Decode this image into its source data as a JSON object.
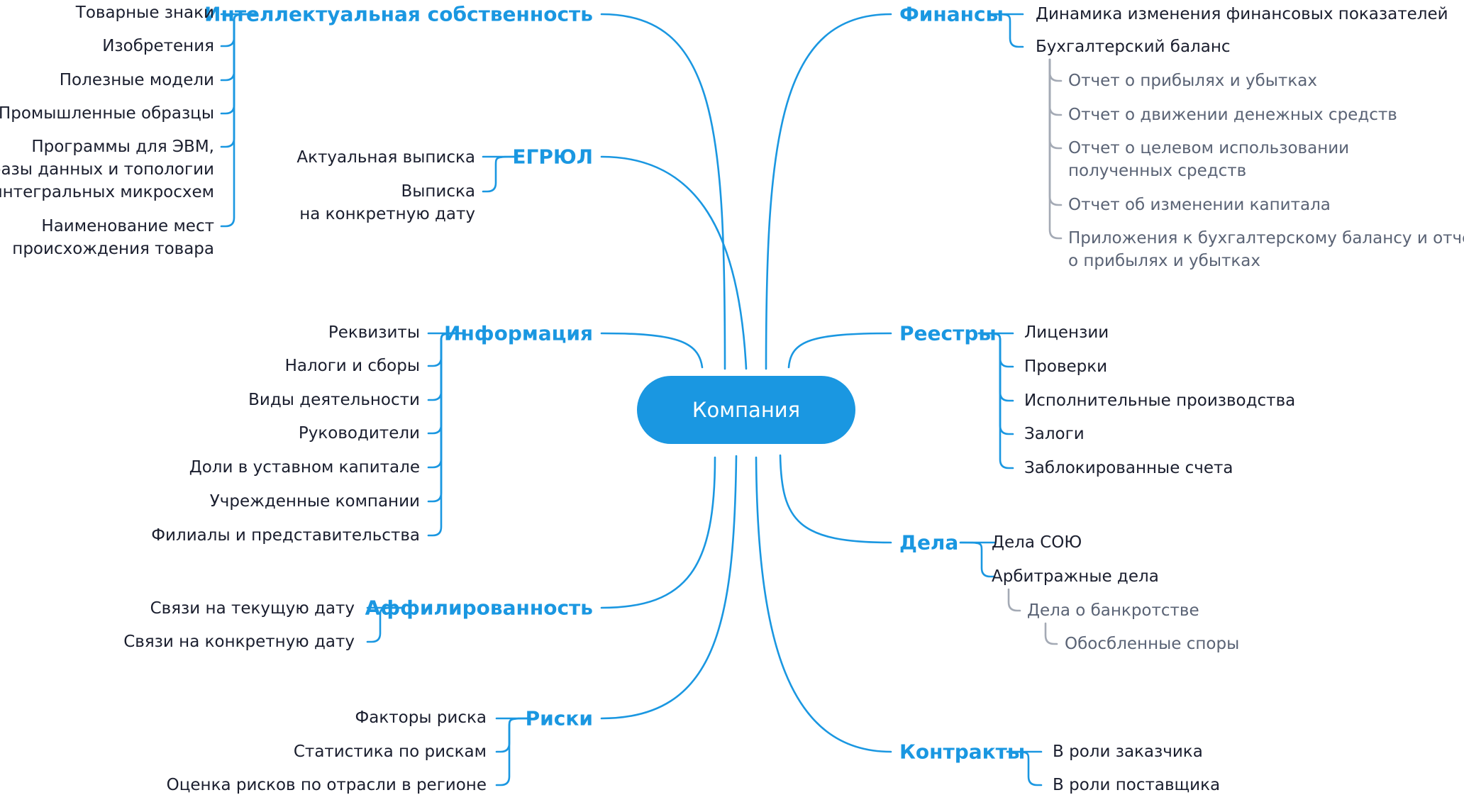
{
  "colors": {
    "accent": "#1a97e1",
    "text": "#1a1e2e",
    "subtext": "#5a6375",
    "subline": "#a4aab5",
    "center_text": "#ffffff",
    "background": "#ffffff"
  },
  "center": {
    "label": "Компания"
  },
  "branches": [
    {
      "id": "ip",
      "label": "Интеллектуальная собственность",
      "side": "left",
      "children": [
        {
          "lines": [
            "Товарные знаки"
          ]
        },
        {
          "lines": [
            "Изобретения"
          ]
        },
        {
          "lines": [
            "Полезные модели"
          ]
        },
        {
          "lines": [
            "Промышленные образцы"
          ]
        },
        {
          "lines": [
            "Программы для ЭВМ,",
            "базы данных и топологии",
            "интегральных микросхем"
          ]
        },
        {
          "lines": [
            "Наименование мест",
            "происхождения товара"
          ]
        }
      ]
    },
    {
      "id": "egrul",
      "label": "ЕГРЮЛ",
      "side": "left",
      "children": [
        {
          "lines": [
            "Актуальная выписка"
          ]
        },
        {
          "lines": [
            "Выписка",
            "на конкретную дату"
          ]
        }
      ]
    },
    {
      "id": "info",
      "label": "Информация",
      "side": "left",
      "children": [
        {
          "lines": [
            "Реквизиты"
          ]
        },
        {
          "lines": [
            "Налоги и сборы"
          ]
        },
        {
          "lines": [
            "Виды деятельности"
          ]
        },
        {
          "lines": [
            "Руководители"
          ]
        },
        {
          "lines": [
            "Доли в уставном капитале"
          ]
        },
        {
          "lines": [
            "Учрежденные компании"
          ]
        },
        {
          "lines": [
            "Филиалы и представительства"
          ]
        }
      ]
    },
    {
      "id": "affil",
      "label": "Аффилированность",
      "side": "left",
      "children": [
        {
          "lines": [
            "Связи на текущую дату"
          ]
        },
        {
          "lines": [
            "Связи на конкретную дату"
          ]
        }
      ]
    },
    {
      "id": "risks",
      "label": "Риски",
      "side": "left",
      "children": [
        {
          "lines": [
            "Факторы риска"
          ]
        },
        {
          "lines": [
            "Статистика по рискам"
          ]
        },
        {
          "lines": [
            "Оценка рисков по отрасли в регионе"
          ]
        }
      ]
    },
    {
      "id": "finance",
      "label": "Финансы",
      "side": "right",
      "children": [
        {
          "lines": [
            "Динамика изменения финансовых показателей"
          ]
        },
        {
          "lines": [
            "Бухгалтерский баланс"
          ],
          "children": [
            {
              "lines": [
                "Отчет о прибылях и убытках"
              ]
            },
            {
              "lines": [
                "Отчет о движении денежных средств"
              ]
            },
            {
              "lines": [
                "Отчет о целевом использовании",
                "полученных средств"
              ]
            },
            {
              "lines": [
                "Отчет об изменении капитала"
              ]
            },
            {
              "lines": [
                "Приложения к бухгалтерскому балансу и отчету",
                "о прибылях и убытках"
              ]
            }
          ]
        }
      ]
    },
    {
      "id": "registry",
      "label": "Реестры",
      "side": "right",
      "children": [
        {
          "lines": [
            "Лицензии"
          ]
        },
        {
          "lines": [
            "Проверки"
          ]
        },
        {
          "lines": [
            "Исполнительные производства"
          ]
        },
        {
          "lines": [
            "Залоги"
          ]
        },
        {
          "lines": [
            "Заблокированные счета"
          ]
        }
      ]
    },
    {
      "id": "cases",
      "label": "Дела",
      "side": "right",
      "children": [
        {
          "lines": [
            "Дела СОЮ"
          ]
        },
        {
          "lines": [
            "Арбитражные дела"
          ],
          "children": [
            {
              "lines": [
                "Дела о банкротстве"
              ],
              "children": [
                {
                  "lines": [
                    "Обосбленные споры"
                  ]
                }
              ]
            }
          ]
        }
      ]
    },
    {
      "id": "contracts",
      "label": "Контракты",
      "side": "right",
      "children": [
        {
          "lines": [
            "В роли заказчика"
          ]
        },
        {
          "lines": [
            "В роли поставщика"
          ]
        }
      ]
    }
  ]
}
